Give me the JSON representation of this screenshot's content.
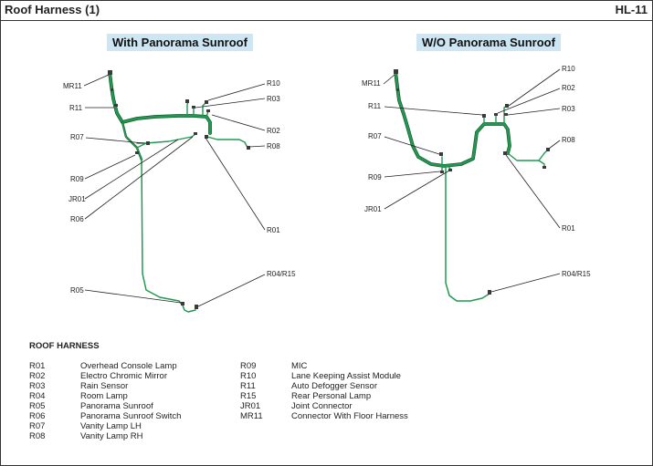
{
  "header": {
    "title": "Roof Harness (1)",
    "code": "HL-11"
  },
  "variants": {
    "left": "With Panorama Sunroof",
    "right": "W/O Panorama Sunroof"
  },
  "diagram_left": {
    "labels": {
      "mr11": "MR11",
      "r11": "R11",
      "r07": "R07",
      "r09": "R09",
      "jr01": "JR01",
      "r06": "R06",
      "r05": "R05",
      "r10": "R10",
      "r03": "R03",
      "r02": "R02",
      "r08": "R08",
      "r01": "R01",
      "r04r15": "R04/R15"
    }
  },
  "diagram_right": {
    "labels": {
      "mr11": "MR11",
      "r11": "R11",
      "r07": "R07",
      "r09": "R09",
      "jr01": "JR01",
      "r10": "R10",
      "r02": "R02",
      "r03": "R03",
      "r08": "R08",
      "r01": "R01",
      "r04r15": "R04/R15"
    }
  },
  "legend": {
    "title": "ROOF HARNESS",
    "col1": [
      {
        "code": "R01",
        "desc": "Overhead Console Lamp"
      },
      {
        "code": "R02",
        "desc": "Electro Chromic Mirror"
      },
      {
        "code": "R03",
        "desc": "Rain Sensor"
      },
      {
        "code": "R04",
        "desc": "Room Lamp"
      },
      {
        "code": "R05",
        "desc": "Panorama Sunroof"
      },
      {
        "code": "R06",
        "desc": "Panorama Sunroof Switch"
      },
      {
        "code": "R07",
        "desc": "Vanity Lamp LH"
      },
      {
        "code": "R08",
        "desc": "Vanity Lamp RH"
      }
    ],
    "col2": [
      {
        "code": "R09",
        "desc": "MIC"
      },
      {
        "code": "R10",
        "desc": "Lane Keeping Assist Module"
      },
      {
        "code": "R11",
        "desc": "Auto Defogger Sensor"
      },
      {
        "code": "R15",
        "desc": "Rear Personal Lamp"
      },
      {
        "code": "JR01",
        "desc": "Joint Connector"
      },
      {
        "code": "MR11",
        "desc": "Connector With Floor Harness"
      }
    ]
  },
  "colors": {
    "wire": "#1f9a50",
    "variant_bg": "#cde6f3"
  }
}
